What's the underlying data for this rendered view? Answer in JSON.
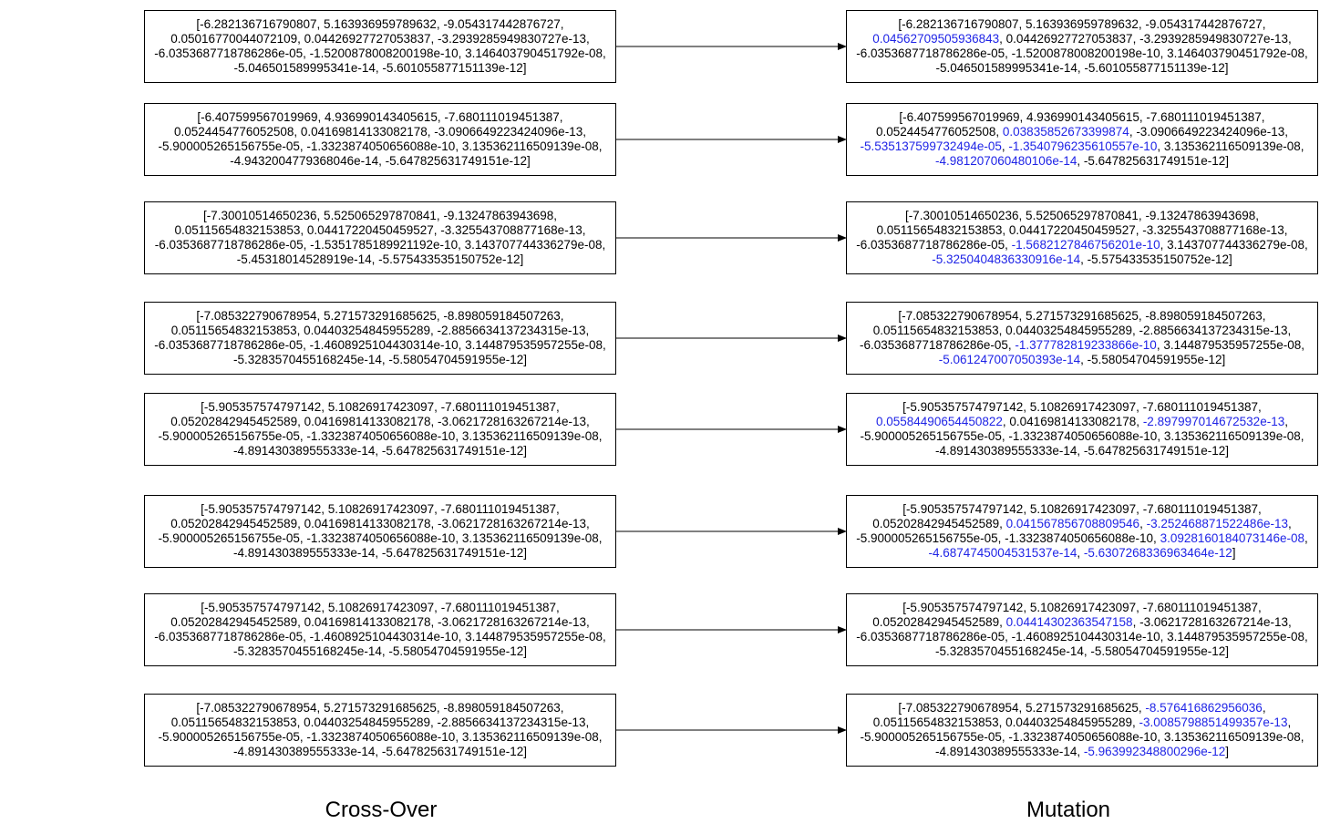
{
  "labels": {
    "crossover": "Cross-Over",
    "mutation": "Mutation"
  },
  "colors": {
    "highlight": "#1f24e6",
    "stroke": "#000000"
  },
  "rows": [
    {
      "left": [
        "[-6.282136716790807, 5.163936959789632, -9.054317442876727,",
        "0.05016770044072109, 0.04426927727053837, -3.2939285949830727e-13,",
        "-6.0353687718786286e-05, -1.5200878008200198e-10, 3.146403790451792e-08,",
        "-5.046501589995341e-14, -5.601055877151139e-12]"
      ],
      "right": [
        [
          {
            "t": "[-6.282136716790807, 5.163936959789632, -9.054317442876727,",
            "h": false
          }
        ],
        [
          {
            "t": "0.04562709505936843",
            "h": true
          },
          {
            "t": ", 0.04426927727053837, -3.2939285949830727e-13,",
            "h": false
          }
        ],
        [
          {
            "t": "-6.0353687718786286e-05, -1.5200878008200198e-10, 3.146403790451792e-08,",
            "h": false
          }
        ],
        [
          {
            "t": "-5.046501589995341e-14, -5.601055877151139e-12]",
            "h": false
          }
        ]
      ]
    },
    {
      "left": [
        "[-6.407599567019969, 4.936990143405615, -7.680111019451387,",
        "0.0524454776052508, 0.04169814133082178, -3.0906649223424096e-13,",
        "-5.900005265156755e-05, -1.3323874050656088e-10, 3.135362116509139e-08,",
        "-4.9432004779368046e-14, -5.647825631749151e-12]"
      ],
      "right": [
        [
          {
            "t": "[-6.407599567019969, 4.936990143405615, -7.680111019451387,",
            "h": false
          }
        ],
        [
          {
            "t": "0.0524454776052508, ",
            "h": false
          },
          {
            "t": "0.03835852673399874",
            "h": true
          },
          {
            "t": ", -3.0906649223424096e-13,",
            "h": false
          }
        ],
        [
          {
            "t": "-5.535137599732494e-05",
            "h": true
          },
          {
            "t": ", ",
            "h": false
          },
          {
            "t": "-1.3540796235610557e-10",
            "h": true
          },
          {
            "t": ", 3.135362116509139e-08,",
            "h": false
          }
        ],
        [
          {
            "t": "-4.981207060480106e-14",
            "h": true
          },
          {
            "t": ", -5.647825631749151e-12]",
            "h": false
          }
        ]
      ]
    },
    {
      "left": [
        "[-7.30010514650236, 5.525065297870841, -9.13247863943698,",
        "0.05115654832153853, 0.04417220450459527, -3.325543708877168e-13,",
        "-6.0353687718786286e-05, -1.5351785189921192e-10, 3.143707744336279e-08,",
        "-5.45318014528919e-14, -5.575433535150752e-12]"
      ],
      "right": [
        [
          {
            "t": "[-7.30010514650236, 5.525065297870841, -9.13247863943698,",
            "h": false
          }
        ],
        [
          {
            "t": "0.05115654832153853, 0.04417220450459527, -3.325543708877168e-13,",
            "h": false
          }
        ],
        [
          {
            "t": "-6.0353687718786286e-05, ",
            "h": false
          },
          {
            "t": "-1.5682127846756201e-10",
            "h": true
          },
          {
            "t": ", 3.143707744336279e-08,",
            "h": false
          }
        ],
        [
          {
            "t": "-5.3250404836330916e-14",
            "h": true
          },
          {
            "t": ", -5.575433535150752e-12]",
            "h": false
          }
        ]
      ]
    },
    {
      "left": [
        "[-7.085322790678954, 5.271573291685625, -8.898059184507263,",
        "0.05115654832153853, 0.04403254845955289, -2.8856634137234315e-13,",
        "-6.0353687718786286e-05, -1.4608925104430314e-10, 3.144879535957255e-08,",
        "-5.3283570455168245e-14, -5.58054704591955e-12]"
      ],
      "right": [
        [
          {
            "t": "[-7.085322790678954, 5.271573291685625, -8.898059184507263,",
            "h": false
          }
        ],
        [
          {
            "t": "0.05115654832153853, 0.04403254845955289, -2.8856634137234315e-13,",
            "h": false
          }
        ],
        [
          {
            "t": "-6.0353687718786286e-05, ",
            "h": false
          },
          {
            "t": "-1.377782819233866e-10",
            "h": true
          },
          {
            "t": ", 3.144879535957255e-08,",
            "h": false
          }
        ],
        [
          {
            "t": "-5.061247007050393e-14",
            "h": true
          },
          {
            "t": ", -5.58054704591955e-12]",
            "h": false
          }
        ]
      ]
    },
    {
      "left": [
        "[-5.905357574797142, 5.10826917423097, -7.680111019451387,",
        "0.05202842945452589, 0.04169814133082178, -3.0621728163267214e-13,",
        "-5.900005265156755e-05, -1.3323874050656088e-10, 3.135362116509139e-08,",
        "-4.891430389555333e-14, -5.647825631749151e-12]"
      ],
      "right": [
        [
          {
            "t": "[-5.905357574797142, 5.10826917423097, -7.680111019451387,",
            "h": false
          }
        ],
        [
          {
            "t": "0.05584490654450822",
            "h": true
          },
          {
            "t": ", 0.04169814133082178, ",
            "h": false
          },
          {
            "t": "-2.897997014672532e-13",
            "h": true
          },
          {
            "t": ",",
            "h": false
          }
        ],
        [
          {
            "t": "-5.900005265156755e-05, -1.3323874050656088e-10, 3.135362116509139e-08,",
            "h": false
          }
        ],
        [
          {
            "t": "-4.891430389555333e-14, -5.647825631749151e-12]",
            "h": false
          }
        ]
      ]
    },
    {
      "left": [
        "[-5.905357574797142, 5.10826917423097, -7.680111019451387,",
        "0.05202842945452589, 0.04169814133082178, -3.0621728163267214e-13,",
        "-5.900005265156755e-05, -1.3323874050656088e-10, 3.135362116509139e-08,",
        "-4.891430389555333e-14, -5.647825631749151e-12]"
      ],
      "right": [
        [
          {
            "t": "[-5.905357574797142, 5.10826917423097, -7.680111019451387,",
            "h": false
          }
        ],
        [
          {
            "t": "0.05202842945452589, ",
            "h": false
          },
          {
            "t": "0.041567856708809546",
            "h": true
          },
          {
            "t": ", ",
            "h": false
          },
          {
            "t": "-3.252468871522486e-13",
            "h": true
          },
          {
            "t": ",",
            "h": false
          }
        ],
        [
          {
            "t": "-5.900005265156755e-05, -1.3323874050656088e-10, ",
            "h": false
          },
          {
            "t": "3.0928160184073146e-08",
            "h": true
          },
          {
            "t": ",",
            "h": false
          }
        ],
        [
          {
            "t": "-4.6874745004531537e-14",
            "h": true
          },
          {
            "t": ", ",
            "h": false
          },
          {
            "t": "-5.6307268336963464e-12",
            "h": true
          },
          {
            "t": "]",
            "h": false
          }
        ]
      ]
    },
    {
      "left": [
        "[-5.905357574797142, 5.10826917423097, -7.680111019451387,",
        "0.05202842945452589, 0.04169814133082178, -3.0621728163267214e-13,",
        "-6.0353687718786286e-05, -1.4608925104430314e-10, 3.144879535957255e-08,",
        "-5.3283570455168245e-14, -5.58054704591955e-12]"
      ],
      "right": [
        [
          {
            "t": "[-5.905357574797142, 5.10826917423097, -7.680111019451387,",
            "h": false
          }
        ],
        [
          {
            "t": "0.05202842945452589, ",
            "h": false
          },
          {
            "t": "0.04414302363547158",
            "h": true
          },
          {
            "t": ", -3.0621728163267214e-13,",
            "h": false
          }
        ],
        [
          {
            "t": "-6.0353687718786286e-05, -1.4608925104430314e-10, 3.144879535957255e-08,",
            "h": false
          }
        ],
        [
          {
            "t": "-5.3283570455168245e-14, -5.58054704591955e-12]",
            "h": false
          }
        ]
      ]
    },
    {
      "left": [
        "[-7.085322790678954, 5.271573291685625, -8.898059184507263,",
        "0.05115654832153853, 0.04403254845955289, -2.8856634137234315e-13,",
        "-5.900005265156755e-05, -1.3323874050656088e-10, 3.135362116509139e-08,",
        "-4.891430389555333e-14, -5.647825631749151e-12]"
      ],
      "right": [
        [
          {
            "t": "[-7.085322790678954, 5.271573291685625, ",
            "h": false
          },
          {
            "t": "-8.576416862956036",
            "h": true
          },
          {
            "t": ",",
            "h": false
          }
        ],
        [
          {
            "t": "0.05115654832153853, 0.04403254845955289, ",
            "h": false
          },
          {
            "t": "-3.0085798851499357e-13",
            "h": true
          },
          {
            "t": ",",
            "h": false
          }
        ],
        [
          {
            "t": "-5.900005265156755e-05, -1.3323874050656088e-10, 3.135362116509139e-08,",
            "h": false
          }
        ],
        [
          {
            "t": "-4.891430389555333e-14, ",
            "h": false
          },
          {
            "t": "-5.963992348800296e-12",
            "h": true
          },
          {
            "t": "]",
            "h": false
          }
        ]
      ]
    }
  ]
}
